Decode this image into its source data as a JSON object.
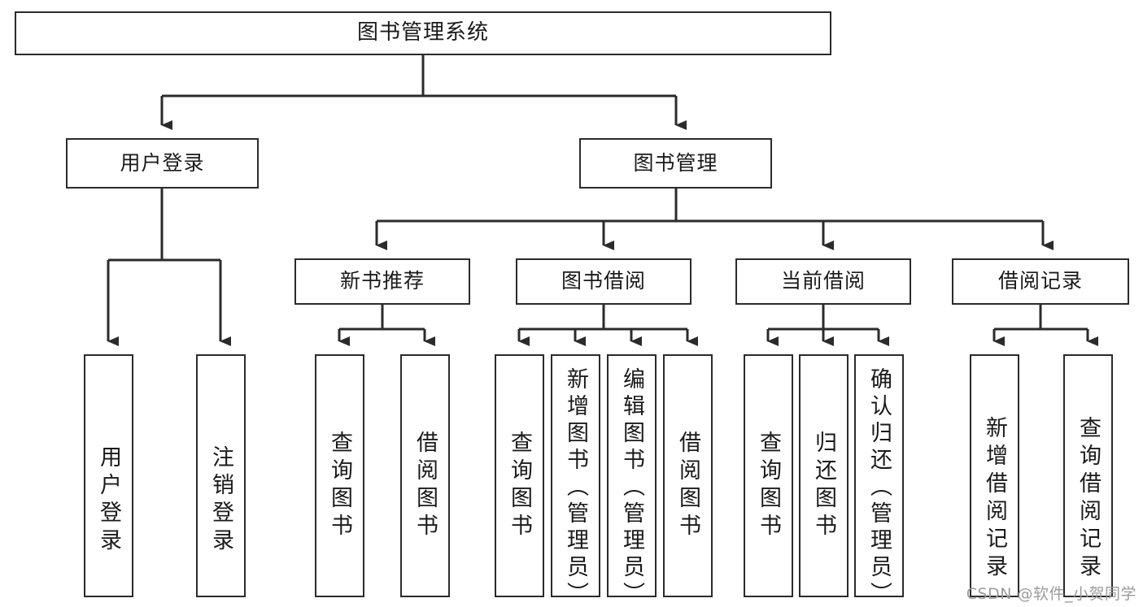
{
  "diagram": {
    "type": "tree-hierarchy-chart",
    "title": "图书管理系统",
    "watermark": "CSDN @软件_小贺同学",
    "colors": {
      "stroke": "#2b2b2b",
      "fill": "#ffffff",
      "text": "#1a1a1a",
      "watermark": "#9b9b9b"
    },
    "nodes": {
      "root": {
        "label": "图书管理系统"
      },
      "level2": [
        {
          "label": "用户登录"
        },
        {
          "label": "图书管理"
        }
      ],
      "level3": [
        {
          "label": "新书推荐"
        },
        {
          "label": "图书借阅"
        },
        {
          "label": "当前借阅"
        },
        {
          "label": "借阅记录"
        }
      ],
      "leaves": {
        "user_login": [
          {
            "label": "用户登录"
          },
          {
            "label": "注销登录"
          }
        ],
        "new_book": [
          {
            "label": "查询图书"
          },
          {
            "label": "借阅图书"
          }
        ],
        "book_borrow": [
          {
            "label": "查询图书"
          },
          {
            "label": "新增图书（管理员）"
          },
          {
            "label": "编辑图书（管理员）"
          },
          {
            "label": "借阅图书"
          }
        ],
        "current_borrow": [
          {
            "label": "查询图书"
          },
          {
            "label": "归还图书"
          },
          {
            "label": "确认归还（管理员）"
          }
        ],
        "borrow_record": [
          {
            "label": "新增借阅记录"
          },
          {
            "label": "查询借阅记录"
          }
        ]
      }
    }
  }
}
